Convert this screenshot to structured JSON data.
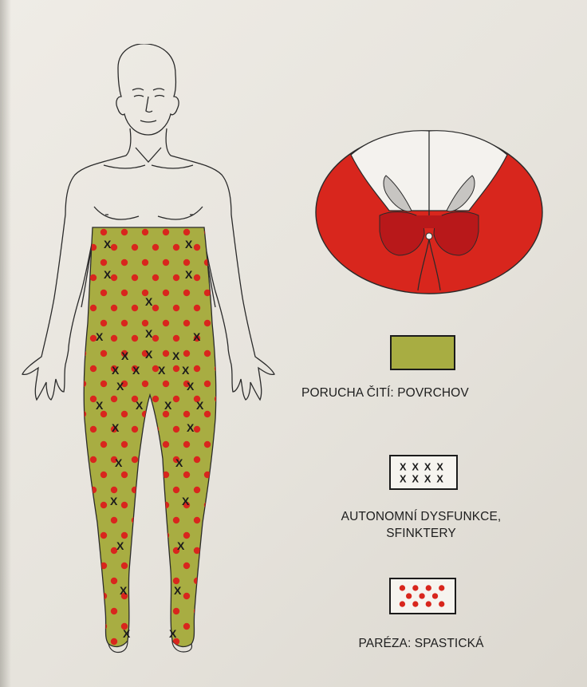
{
  "legend": {
    "sensory": {
      "label": "PORUCHA ČITÍ: POVRCHOV",
      "color": "#a8ad42"
    },
    "autonomic": {
      "label_line1": "AUTONOMNÍ DYSFUNKCE,",
      "label_line2": "SFINKTERY",
      "symbol": "X"
    },
    "paresis": {
      "label": "PARÉZA: SPASTICKÁ",
      "color": "#d8261d"
    }
  },
  "cord_section": {
    "lesion_color": "#d8261d",
    "grey_matter_color": "#b8181a"
  },
  "icons": [
    "human-body-figure",
    "spinal-cord-cross-section"
  ]
}
